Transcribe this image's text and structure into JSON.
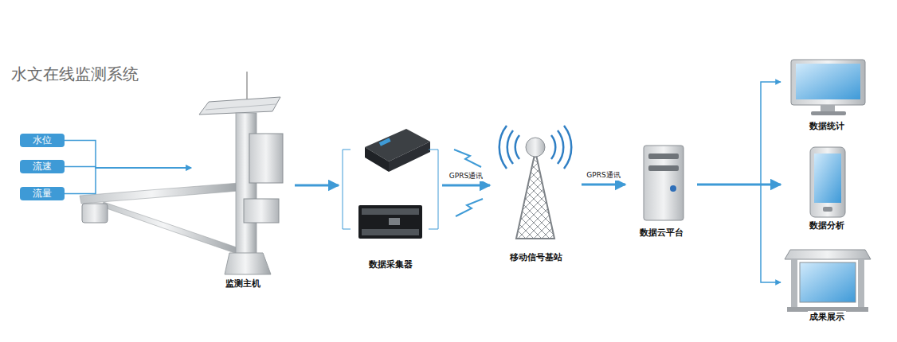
{
  "diagram": {
    "title": "水文在线监测系统",
    "nodes": [
      {
        "text": [
          "水位"
        ]
      },
      {
        "text": [
          "流速"
        ]
      },
      {
        "text": [
          "流量"
        ]
      },
      {
        "text": [
          "监测主机"
        ]
      },
      {
        "text": [
          "数据采集器"
        ]
      },
      {
        "text": [
          "移动信号基站"
        ]
      },
      {
        "text": [
          "数据云平台"
        ]
      },
      {
        "text": [
          "数据统计"
        ]
      },
      {
        "text": [
          "数据分析"
        ]
      },
      {
        "text": [
          "成果展示"
        ]
      }
    ],
    "edges": [
      {
        "from": 0,
        "to": 3,
        "arrow": "to"
      },
      {
        "from": 1,
        "to": 3,
        "arrow": "to"
      },
      {
        "from": 2,
        "to": 3,
        "arrow": "to"
      },
      {
        "from": 3,
        "to": 4,
        "arrow": "to"
      },
      {
        "from": 4,
        "to": 5,
        "label": "GPRS通讯",
        "arrow": "to"
      },
      {
        "from": 5,
        "to": 6,
        "label": "GPRS通讯",
        "arrow": "to"
      },
      {
        "from": 6,
        "to": 7,
        "arrow": "to"
      },
      {
        "from": 6,
        "to": 8,
        "arrow": "to"
      },
      {
        "from": 6,
        "to": 9,
        "arrow": "to"
      }
    ]
  }
}
